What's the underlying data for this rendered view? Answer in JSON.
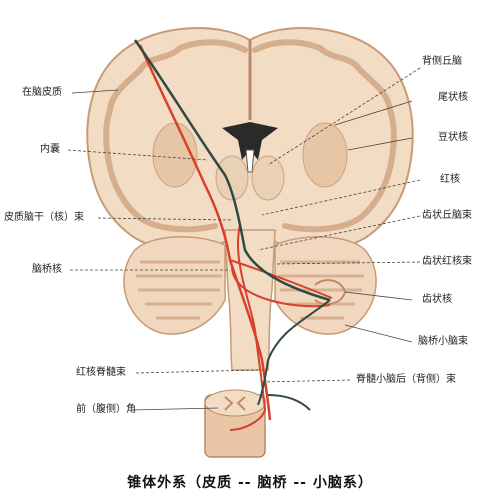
{
  "caption": "锥体外系（皮质 -- 脑桥 -- 小脑系）",
  "labels": {
    "left_cortex": "在脑皮质",
    "internal_capsule": "内囊",
    "corticobulbar_tract": "皮质脑干（核）束",
    "pontine_nuclei": "脑桥核",
    "rubrospinal_tract": "红核脊髓束",
    "anterior_horn": "前（腹侧）角",
    "dorsal_thalamus": "背侧丘脑",
    "caudate_nucleus": "尾状核",
    "lentiform_nucleus": "豆状核",
    "red_nucleus": "红核",
    "dentatothalamic_tract": "齿状丘脑束",
    "dentatorubral_tract": "齿状红核束",
    "dentate_nucleus": "齿状核",
    "pontocerebellar_tract": "脑桥小脑束",
    "dorsal_spinocerebellar_tract": "脊髓小脑后（背侧）束"
  },
  "colors": {
    "tissue": "#f3dcc4",
    "tissue_edge": "#c79a78",
    "gray_matter": "#e7c6a6",
    "red_pathway": "#d8402a",
    "dark_pathway": "#2f4a44",
    "leader": "#444444"
  }
}
